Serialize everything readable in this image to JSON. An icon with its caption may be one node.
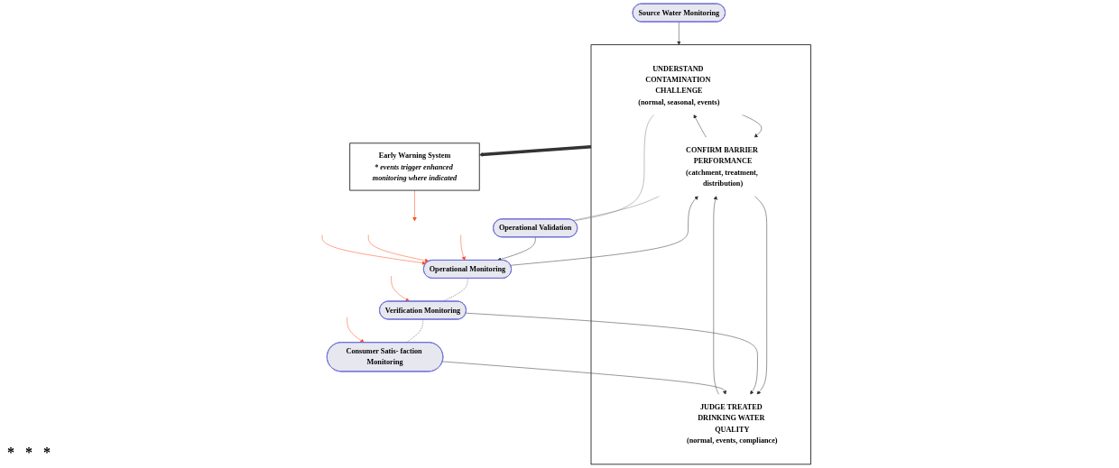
{
  "diagram": {
    "nodes": [
      {
        "text": [
          "Source Water Monitoring"
        ]
      },
      {
        "text": [],
        "shape": "box"
      },
      {
        "text": [
          "UNDERSTAND CONTAMINATION CHALLENGE",
          "(normal, seasonal, events)"
        ],
        "in": 1
      },
      {
        "text": [
          "CONFIRM BARRIER PERFORMANCE",
          "(catchment, treatment, distribution)"
        ],
        "in": 1
      },
      {
        "text": [
          "JUDGE TREATED DRINKING WATER QUALITY",
          "(normal, events, compliance)"
        ],
        "in": 1
      },
      {
        "text": [
          "Operational Validation"
        ]
      },
      {
        "text": [
          "Early Warning System",
          "* events trigger enhanced monitoring where indicated"
        ]
      },
      {
        "text": [
          "Operational Monitoring"
        ]
      },
      {
        "text": [
          "Verification Monitoring"
        ]
      },
      {
        "text": [
          "Consumer Satis- faction Monitoring"
        ]
      }
    ],
    "labels": [
      "*",
      "*",
      "*"
    ],
    "edges": [
      {
        "from": 0,
        "to": 1,
        "arrow": "to"
      },
      {
        "from": 2,
        "to": 3,
        "arrow": "to"
      },
      {
        "from": 3,
        "to": 2,
        "arrow": "to"
      },
      {
        "from": 3,
        "to": 4,
        "arrow": "to"
      },
      {
        "from": 4,
        "to": 3,
        "arrow": "to"
      },
      {
        "from": 2,
        "to": 5,
        "arrow": "none",
        "color": "#808080"
      },
      {
        "from": 3,
        "to": 5,
        "arrow": "none",
        "color": "#808080"
      },
      {
        "from": 1,
        "to": 6,
        "arrow": "to",
        "style": "thick"
      },
      {
        "from": 5,
        "to": 7,
        "arrow": "to"
      },
      {
        "from": 7,
        "to": 3,
        "arrow": "to"
      },
      {
        "from": 8,
        "to": 4,
        "arrow": "to"
      },
      {
        "from": 9,
        "to": 4,
        "arrow": "to"
      },
      {
        "from": 7,
        "to": 8,
        "arrow": "none",
        "style": "dashed"
      },
      {
        "from": 8,
        "to": 9,
        "arrow": "none",
        "style": "dashed"
      },
      {
        "from": 6,
        "to": null,
        "arrow": "to",
        "color": "#ff4d1a"
      },
      {
        "from": null,
        "to": 7,
        "arrow": "to",
        "color": "#ff4d1a"
      },
      {
        "from": null,
        "to": 7,
        "arrow": "to",
        "color": "#ff4d1a"
      },
      {
        "from": null,
        "to": 7,
        "arrow": "to",
        "color": "#ff4d1a"
      },
      {
        "from": null,
        "to": 8,
        "arrow": "to",
        "color": "#ff4d1a"
      },
      {
        "from": null,
        "to": 9,
        "arrow": "to",
        "color": "#ff4d1a"
      }
    ]
  }
}
